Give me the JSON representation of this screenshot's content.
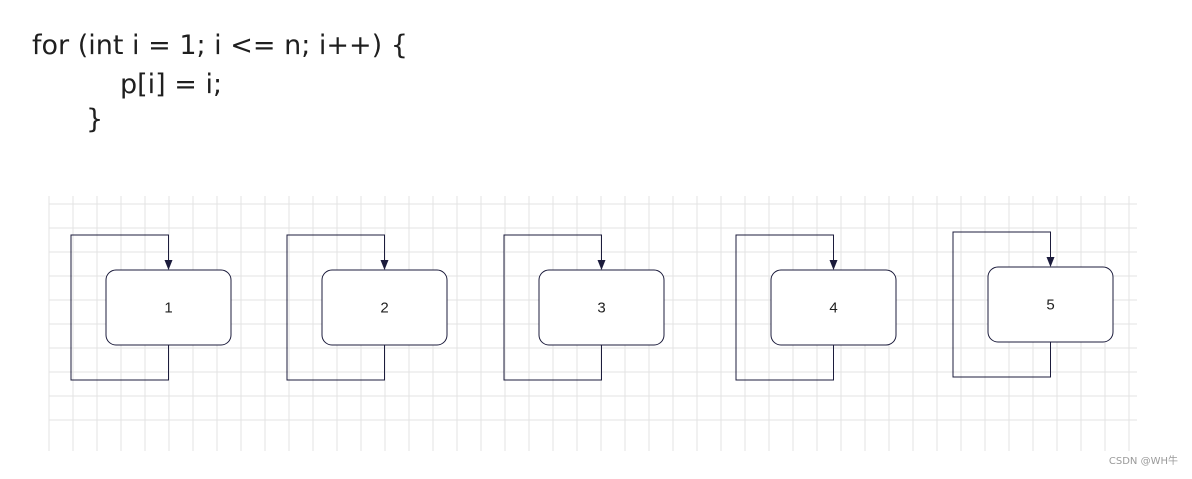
{
  "code": {
    "line1": "for (int i = 1; i <= n; i++) {",
    "line2": "p[i] = i;",
    "line3": "}"
  },
  "diagram": {
    "nodes": [
      {
        "label": "1"
      },
      {
        "label": "2"
      },
      {
        "label": "3"
      },
      {
        "label": "4"
      },
      {
        "label": "5"
      }
    ],
    "stroke_color": "#1c1c3c",
    "grid_color": "#e3e3e3"
  },
  "watermark": "CSDN @WH牛"
}
